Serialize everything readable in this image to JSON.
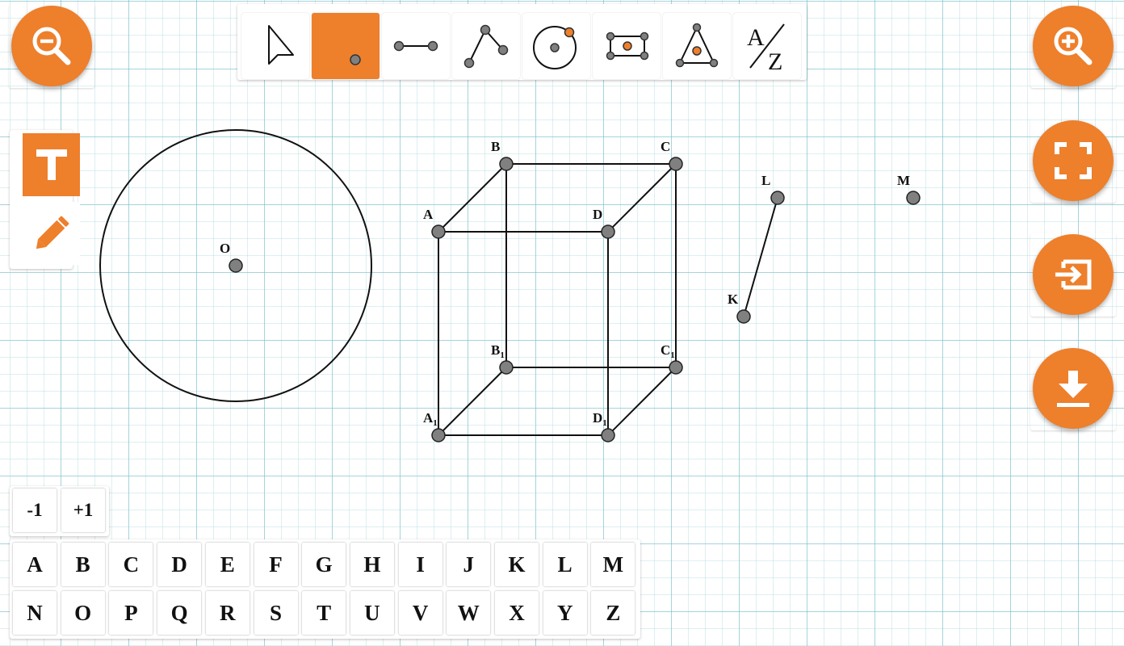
{
  "canvas": {
    "circle_center_label": "O",
    "cube_labels": {
      "A": "A",
      "B": "B",
      "C": "C",
      "D": "D",
      "A1": "A",
      "B1": "B",
      "C1": "C",
      "D1": "D",
      "subscript": "1"
    },
    "segment_labels": {
      "K": "K",
      "L": "L"
    },
    "free_point_label": "M"
  },
  "toolbar": {
    "tools": [
      "select",
      "point",
      "segment",
      "polyline",
      "circle",
      "rectangle",
      "triangle",
      "labels"
    ],
    "active_tool": "point",
    "labels_tool_text": {
      "top": "A",
      "bottom": "Z"
    }
  },
  "left_tools": {
    "active": "text"
  },
  "right_buttons": [
    "zoom-in",
    "fullscreen",
    "import",
    "download"
  ],
  "counter": {
    "minus_label": "-1",
    "plus_label": "+1"
  },
  "keyboard": {
    "row1": [
      "A",
      "B",
      "C",
      "D",
      "E",
      "F",
      "G",
      "H",
      "I",
      "J",
      "K",
      "L",
      "M"
    ],
    "row2": [
      "N",
      "O",
      "P",
      "Q",
      "R",
      "S",
      "T",
      "U",
      "V",
      "W",
      "X",
      "Y",
      "Z"
    ]
  },
  "colors": {
    "accent": "#ee7f2b",
    "point_fill": "#808080",
    "grid": "#9fd3d9"
  }
}
